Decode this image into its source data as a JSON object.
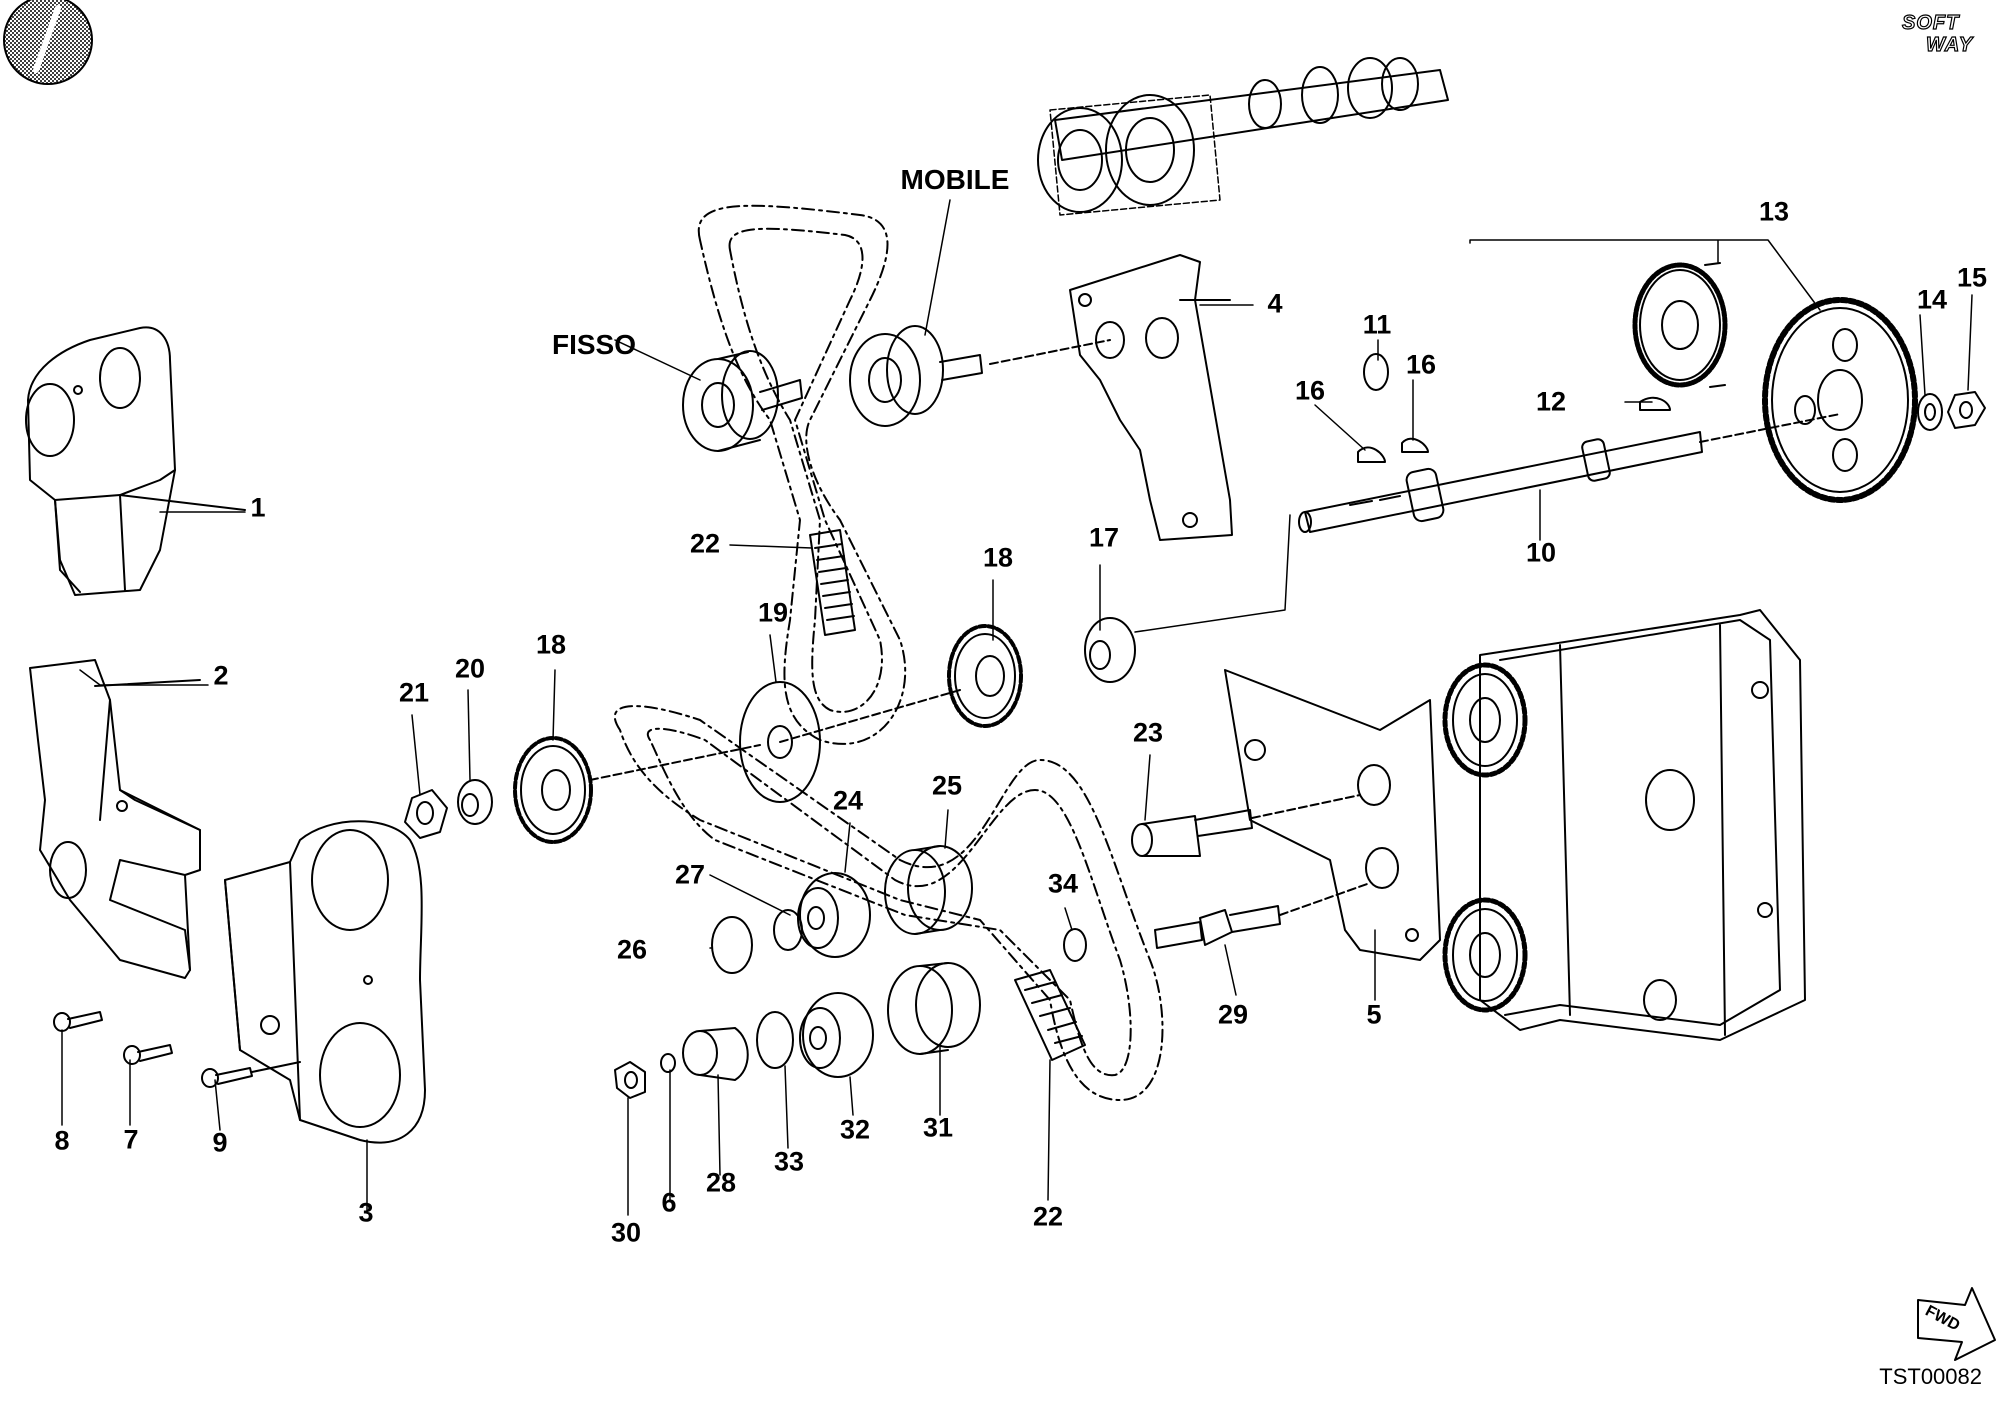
{
  "drawing_code": "TST00082",
  "logo_text": {
    "line1": "SOFT",
    "line2": "WAY"
  },
  "fwd_text": "FWD",
  "words": {
    "fisso": "FISSO",
    "mobile": "MOBILE"
  },
  "labels": {
    "n1": "1",
    "n2": "2",
    "n3": "3",
    "n4": "4",
    "n5": "5",
    "n6": "6",
    "n7": "7",
    "n8": "8",
    "n9": "9",
    "n10": "10",
    "n11": "11",
    "n12": "12",
    "n13": "13",
    "n14": "14",
    "n15": "15",
    "n16a": "16",
    "n16b": "16",
    "n17": "17",
    "n18a": "18",
    "n18b": "18",
    "n19": "19",
    "n20": "20",
    "n21": "21",
    "n22a": "22",
    "n22b": "22",
    "n23": "23",
    "n24": "24",
    "n25": "25",
    "n26": "26",
    "n27": "27",
    "n28": "28",
    "n29": "29",
    "n30": "30",
    "n31": "31",
    "n32": "32",
    "n33": "33",
    "n34": "34"
  },
  "colors": {
    "line": "#000000",
    "paper": "#ffffff"
  }
}
